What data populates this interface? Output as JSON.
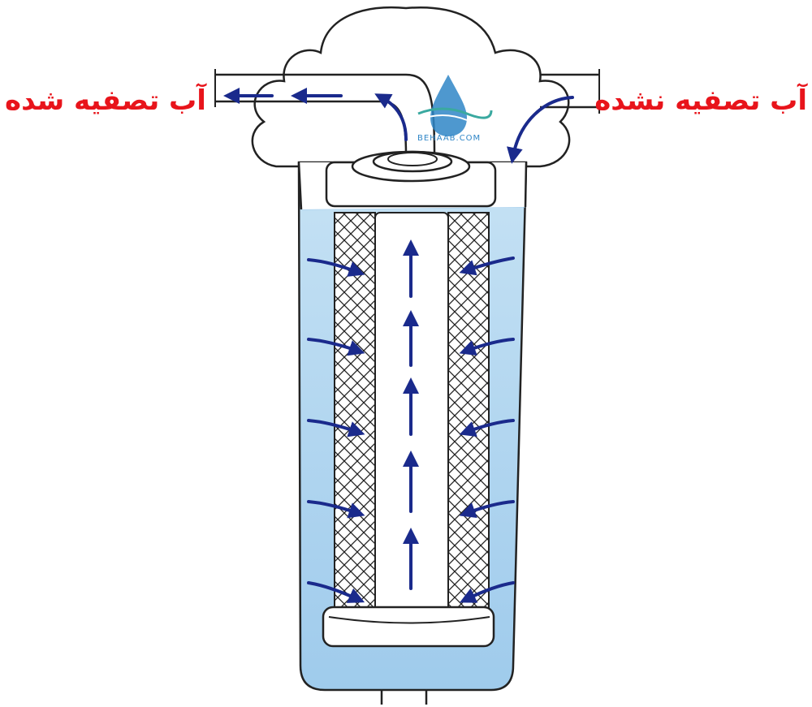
{
  "labels": {
    "treated_water": "آب تصفیه شده",
    "untreated_water": "آب تصفیه نشده",
    "brand_text": "BEHAAB.COM"
  },
  "colors": {
    "label": "#e8141b",
    "arrow": "#1a2a8c",
    "water": "#b8d8ef",
    "water_dark": "#8fc1e6",
    "outline": "#222222",
    "brand": "#2f86c7",
    "brand_wave": "#3aa9a0"
  },
  "icons": {
    "logo": "water-drop-icon"
  }
}
